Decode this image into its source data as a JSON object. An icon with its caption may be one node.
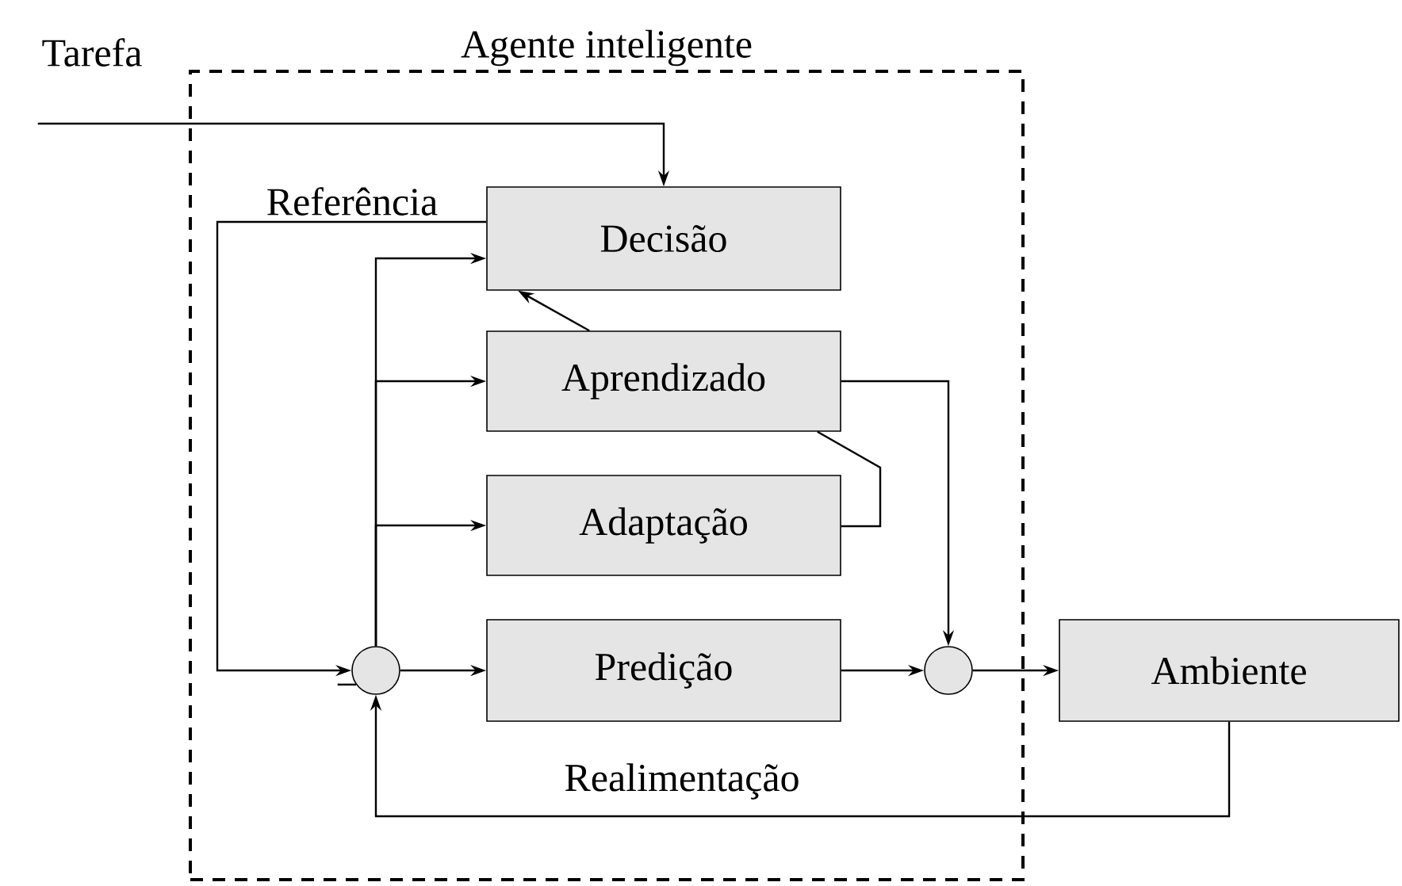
{
  "diagram": {
    "nodes": [
      {
        "text": [
          "Agente inteligente"
        ]
      },
      {
        "text": [
          "Decisão"
        ],
        "in": 0
      },
      {
        "text": [
          "Aprendizado"
        ],
        "in": 0
      },
      {
        "text": [
          "Adaptação"
        ],
        "in": 0
      },
      {
        "text": [],
        "shape": "circle",
        "in": 0,
        "beside": [
          "−"
        ]
      },
      {
        "text": [
          "Predição"
        ],
        "in": 0
      },
      {
        "text": [],
        "shape": "circle",
        "in": 0
      },
      {
        "text": [
          "Ambiente"
        ]
      },
      {
        "text": [
          "Tarefa"
        ]
      }
    ],
    "edges": [
      {
        "from": 8,
        "to": 1,
        "arrow": "to"
      },
      {
        "from": 1,
        "to": 4,
        "arrow": "to",
        "label": "Referência"
      },
      {
        "from": 4,
        "to": 1,
        "arrow": "to"
      },
      {
        "from": 4,
        "to": 2,
        "arrow": "to"
      },
      {
        "from": 4,
        "to": 3,
        "arrow": "to"
      },
      {
        "from": 4,
        "to": 5,
        "arrow": "to"
      },
      {
        "from": 2,
        "to": 1,
        "arrow": "to"
      },
      {
        "from": 2,
        "to": 3,
        "arrow": "none"
      },
      {
        "from": 2,
        "to": 6,
        "arrow": "to"
      },
      {
        "from": 5,
        "to": 6,
        "arrow": "to"
      },
      {
        "from": 6,
        "to": 7,
        "arrow": "to"
      },
      {
        "from": 7,
        "to": 4,
        "arrow": "to",
        "label": "Realimentação"
      }
    ]
  }
}
